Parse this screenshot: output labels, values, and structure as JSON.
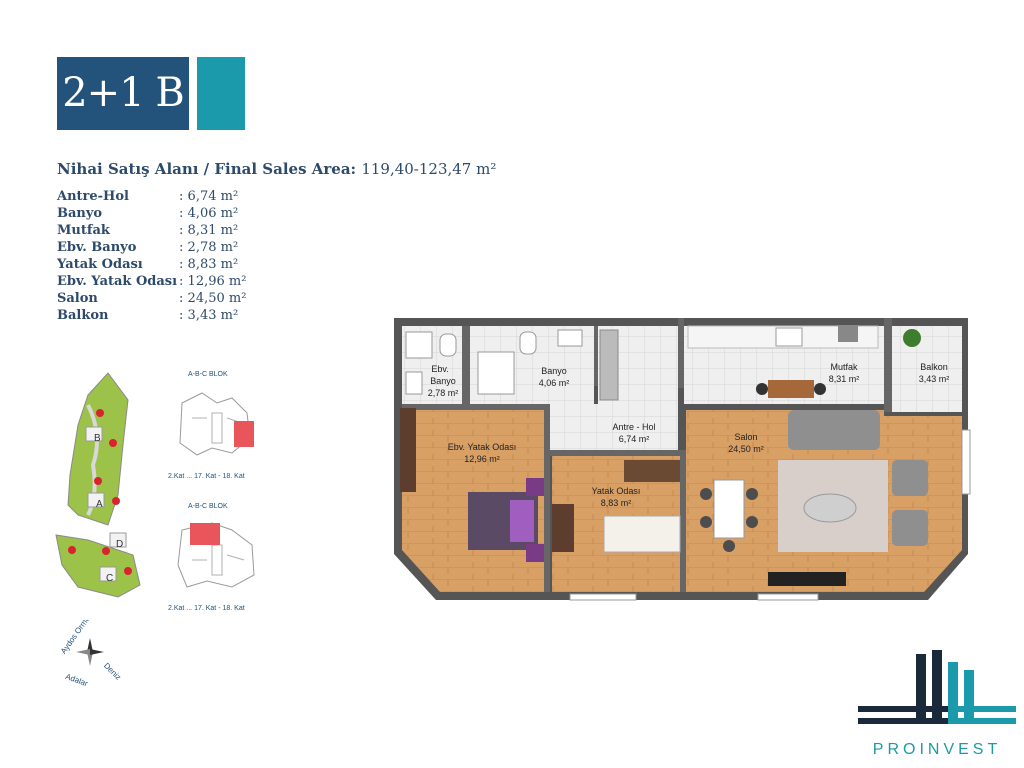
{
  "unit": {
    "code": "2+1 B"
  },
  "sales_area": {
    "label": "Nihai Satış Alanı / Final Sales Area:",
    "value": "119,40-123,47 m²"
  },
  "rooms": [
    {
      "name": "Antre-Hol",
      "area": ": 6,74 m²"
    },
    {
      "name": "Banyo",
      "area": ": 4,06 m²"
    },
    {
      "name": "Mutfak",
      "area": ": 8,31 m²"
    },
    {
      "name": "Ebv. Banyo",
      "area": ": 2,78 m²"
    },
    {
      "name": "Yatak Odası",
      "area": ": 8,83 m²"
    },
    {
      "name": "Ebv. Yatak Odası",
      "area": ": 12,96 m²"
    },
    {
      "name": "Salon",
      "area": ": 24,50 m²"
    },
    {
      "name": "Balkon",
      "area": ": 3,43 m²"
    }
  ],
  "plan_labels": {
    "ebv_banyo": {
      "name_1": "Ebv.",
      "name_2": "Banyo",
      "area": "2,78 m²"
    },
    "banyo": {
      "name": "Banyo",
      "area": "4,06 m²"
    },
    "mutfak": {
      "name": "Mutfak",
      "area": "8,31 m²"
    },
    "balkon": {
      "name": "Balkon",
      "area": "3,43 m²"
    },
    "antre": {
      "name": "Antre - Hol",
      "area": "6,74 m²"
    },
    "ebv_yatak": {
      "name": "Ebv. Yatak Odası",
      "area": "12,96 m²"
    },
    "salon": {
      "name": "Salon",
      "area": "24,50 m²"
    },
    "yatak": {
      "name": "Yatak Odası",
      "area": "8,83 m²"
    }
  },
  "site_plan": {
    "labels": [
      "B",
      "A",
      "D",
      "C"
    ]
  },
  "blocks": [
    {
      "title": "A-B-C BLOK",
      "floors": "2.Kat ... 17. Kat - 18. Kat"
    },
    {
      "title": "A-B-C BLOK",
      "floors": "2.Kat ... 17. Kat - 18. Kat"
    }
  ],
  "compass": {
    "north": "Aydos Ormanı",
    "south": "Adalar",
    "east": "Deniz"
  },
  "brand": {
    "name": "PROINVEST"
  },
  "colors": {
    "badge": "#23527a",
    "accent": "#1b9aab",
    "floor": "#d9a066",
    "tile": "#ececec",
    "wall": "#555555"
  }
}
